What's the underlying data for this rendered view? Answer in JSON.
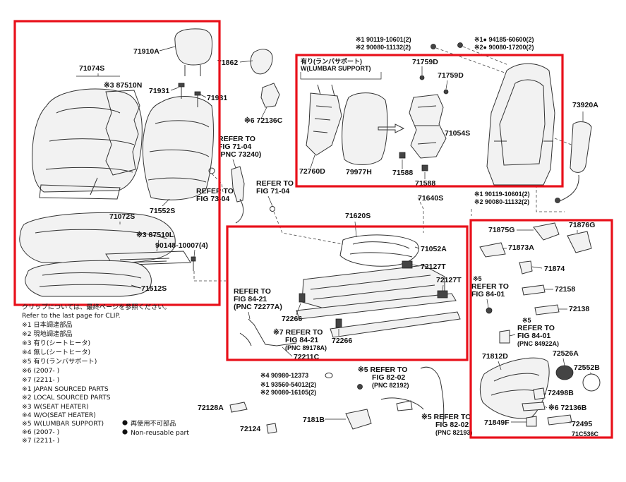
{
  "labels": {
    "p71910A": "71910A",
    "p71074S": "71074S",
    "p87510N": "※3 87510N",
    "p71931a": "71931",
    "p71931b": "71931",
    "p71552S": "71552S",
    "p71072S": "71072S",
    "p87510L": "※3 87510L",
    "p90148": "90148-10007(4)",
    "p71512S": "71512S",
    "p71862": "71862",
    "p72136C": "※6 72136C",
    "ref7104a": [
      "REFER TO",
      "FIG 71-04",
      "(PNC 73240)"
    ],
    "ref7304": [
      "REFER TO",
      "FIG 73-04"
    ],
    "ref7104b": [
      "REFER TO",
      "FIG 71-04"
    ],
    "lumbar_title": "有り(ランバサポート)",
    "lumbar_sub": "W(LUMBAR SUPPORT)",
    "p72760D": "72760D",
    "p79977H": "79977H",
    "p71759Da": "71759D",
    "p71759Db": "71759D",
    "p71054S": "71054S",
    "p71588a": "71588",
    "p71588b": "71588",
    "p71640S": "71640S",
    "bolt_top1": "※1 90119-10601(2)",
    "bolt_top2": "※2 90080-11132(2)",
    "bolt_top3": "※1● 94185-60600(2)",
    "bolt_top4": "※2● 90080-17200(2)",
    "p73920A": "73920A",
    "bolt_mid1": "※1 90119-10601(2)",
    "bolt_mid2": "※2 90080-11132(2)",
    "p71620S": "71620S",
    "p71052A": "71052A",
    "p72127Ta": "72127T",
    "p72127Tb": "72127T",
    "ref8421": [
      "REFER TO",
      "FIG 84-21",
      "(PNC 72277A)"
    ],
    "p72266a": "72266",
    "p72266b": "72266",
    "ref8421b": [
      "※7 REFER TO",
      "FIG 84-21",
      "(PNC 89178A)"
    ],
    "p72211C": "72211C",
    "p71875G": "71875G",
    "p71876G": "71876G",
    "p71873A": "71873A",
    "p71874": "71874",
    "ref8401a": [
      "※5",
      "REFER TO",
      "FIG 84-01"
    ],
    "p72158": "72158",
    "p72138": "72138",
    "ref8401b": [
      "※5",
      "REFER TO",
      "FIG 84-01",
      "(PNC 84922A)"
    ],
    "p71812D": "71812D",
    "p72526A": "72526A",
    "p72552B": "72552B",
    "p72498B": "72498B",
    "p72136B": "※6 72136B",
    "p71849F": "71849F",
    "p72495": "72495",
    "fig_code": "71C536C",
    "bolt_bot1": "※4 90980-12373",
    "bolt_bot2": "※1 93560-54012(2)",
    "bolt_bot3": "※2 90080-16105(2)",
    "ref8202a": [
      "※5 REFER TO",
      "FIG 82-02",
      "(PNC 82192)"
    ],
    "ref8202b": [
      "※5 REFER TO",
      "FIG 82-02",
      "(PNC 82193)"
    ],
    "p71818": "7181B",
    "p72128A": "72128A",
    "p72124": "72124"
  },
  "notes": [
    "クリップについては、最終ページを参照ください。",
    "Refer to the last page for CLIP.",
    "※1 日本調達部品",
    "※2 現地調達部品",
    "※3 有り(シートヒータ)",
    "※4 無し(シートヒータ)",
    "※5 有り(ランバサポート)",
    "※6 (2007-     )",
    "※7 (2211-     )",
    "※1 JAPAN SOURCED PARTS",
    "※2 LOCAL SOURCED PARTS",
    "※3 W(SEAT HEATER)",
    "※4 W/O(SEAT HEATER)",
    "※5 W(LUMBAR SUPPORT)",
    "※6 (2007-     )",
    "※7 (2211-     )"
  ],
  "legend": {
    "jp": "再使用不可部品",
    "en": "Non-reusable part"
  },
  "colors": {
    "highlight": "#e8101a",
    "ink": "#111111"
  }
}
